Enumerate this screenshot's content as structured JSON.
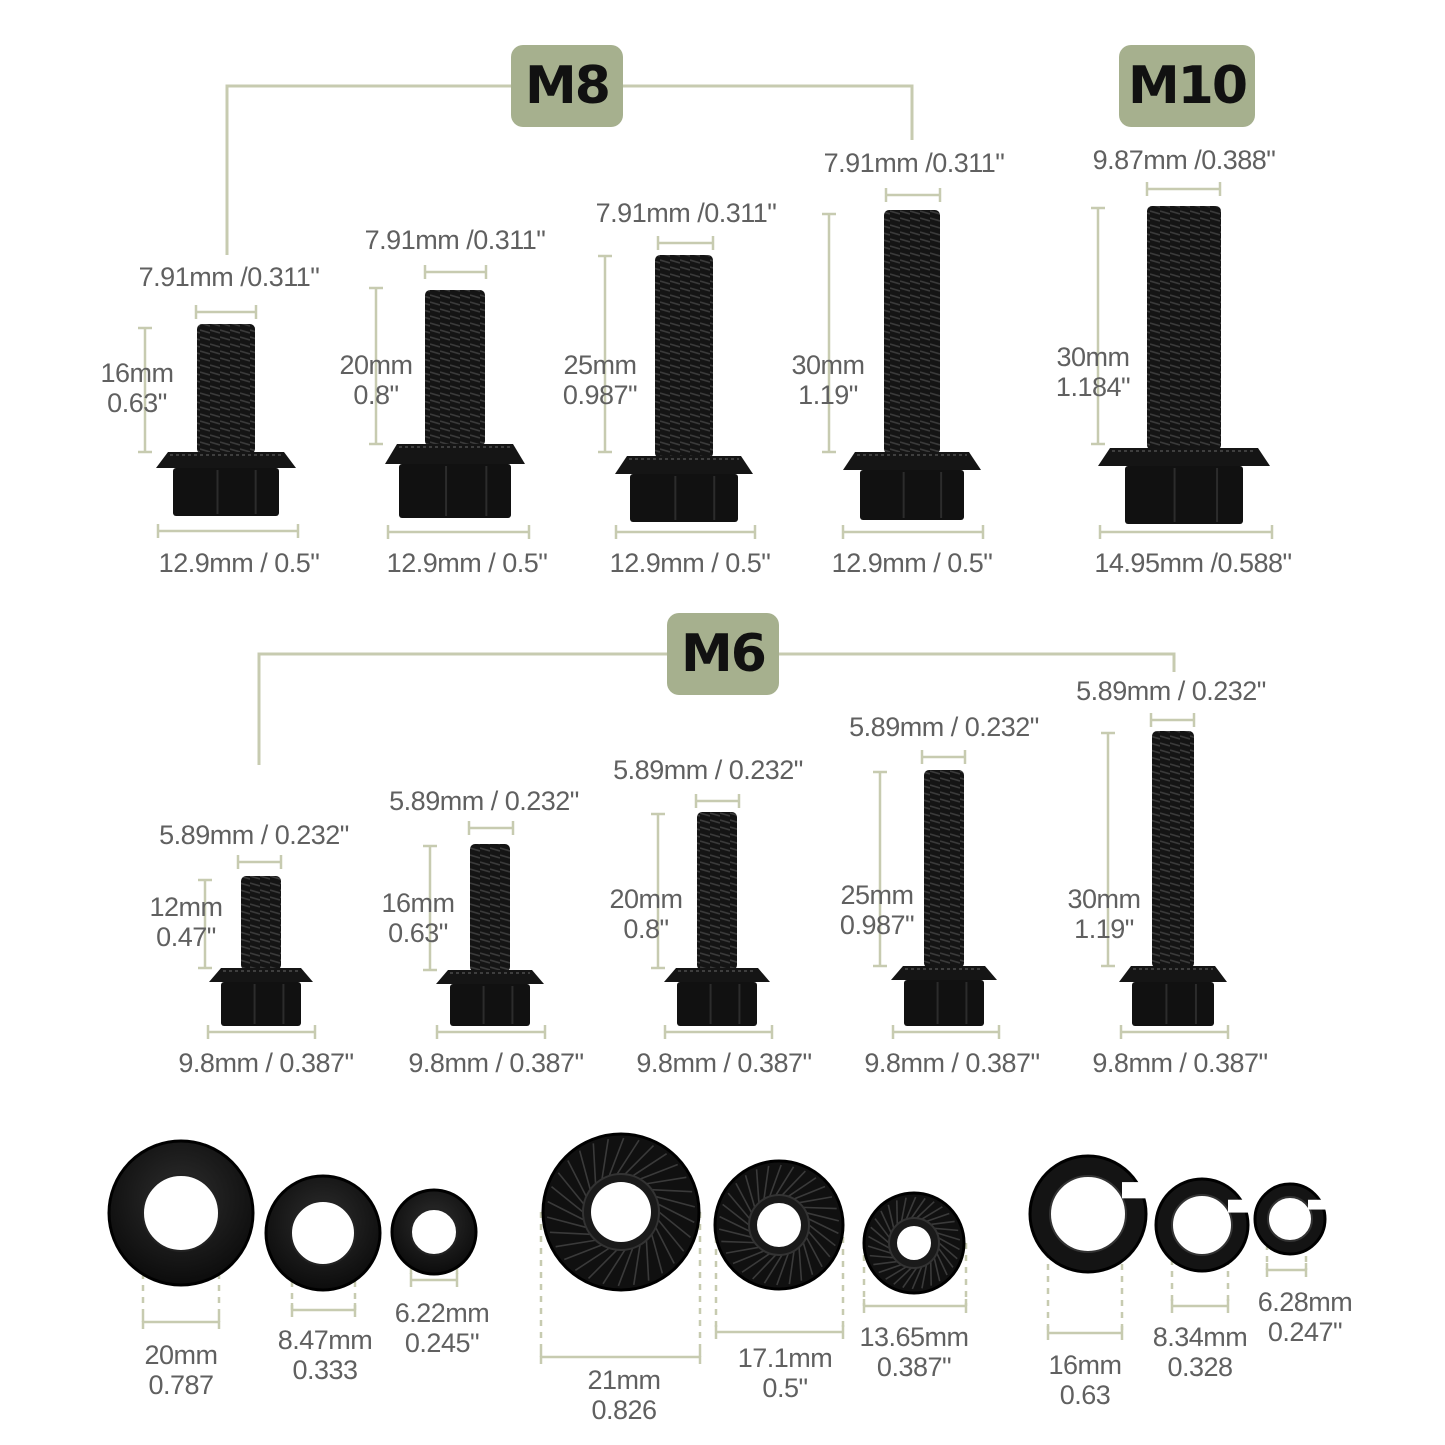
{
  "groups": {
    "m8": "M8",
    "m10": "M10",
    "m6": "M6"
  },
  "colors": {
    "badge": "#a6b08e",
    "bracket": "#c7cbb0",
    "dimension": "#c7cbb0",
    "text": "#606060",
    "hardware": "#111111"
  },
  "bolts_top": [
    {
      "shank": "7.91mm /0.311\"",
      "length": "16mm",
      "length_in": "0.63\"",
      "flange": "12.9mm / 0.5\""
    },
    {
      "shank": "7.91mm /0.311\"",
      "length": "20mm",
      "length_in": "0.8\"",
      "flange": "12.9mm / 0.5\""
    },
    {
      "shank": "7.91mm /0.311\"",
      "length": "25mm",
      "length_in": "0.987\"",
      "flange": "12.9mm / 0.5\""
    },
    {
      "shank": "7.91mm /0.311\"",
      "length": "30mm",
      "length_in": "1.19\"",
      "flange": "12.9mm / 0.5\""
    },
    {
      "shank": "9.87mm /0.388\"",
      "length": "30mm",
      "length_in": "1.184\"",
      "flange": "14.95mm /0.588\""
    }
  ],
  "bolts_m6": [
    {
      "shank": "5.89mm / 0.232\"",
      "length": "12mm",
      "length_in": "0.47\"",
      "flange": "9.8mm / 0.387\""
    },
    {
      "shank": "5.89mm / 0.232\"",
      "length": "16mm",
      "length_in": "0.63\"",
      "flange": "9.8mm / 0.387\""
    },
    {
      "shank": "5.89mm / 0.232\"",
      "length": "20mm",
      "length_in": "0.8\"",
      "flange": "9.8mm / 0.387\""
    },
    {
      "shank": "5.89mm / 0.232\"",
      "length": "25mm",
      "length_in": "0.987\"",
      "flange": "9.8mm / 0.387\""
    },
    {
      "shank": "5.89mm / 0.232\"",
      "length": "30mm",
      "length_in": "1.19\"",
      "flange": "9.8mm / 0.387\""
    }
  ],
  "washers": [
    {
      "l1": "20mm",
      "l2": "0.787"
    },
    {
      "l1": "8.47mm",
      "l2": "0.333"
    },
    {
      "l1": "6.22mm",
      "l2": "0.245\""
    }
  ],
  "nuts": [
    {
      "l1": "21mm",
      "l2": "0.826"
    },
    {
      "l1": "17.1mm",
      "l2": "0.5\""
    },
    {
      "l1": "13.65mm",
      "l2": "0.387\""
    }
  ],
  "lock_washers": [
    {
      "l1": "16mm",
      "l2": "0.63"
    },
    {
      "l1": "8.34mm",
      "l2": "0.328"
    },
    {
      "l1": "6.28mm",
      "l2": "0.247\""
    }
  ]
}
